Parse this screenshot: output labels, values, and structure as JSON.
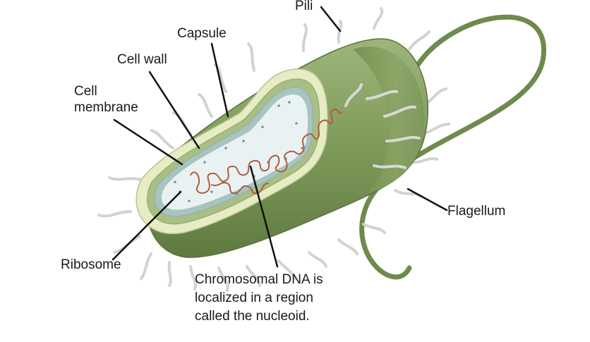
{
  "labels": {
    "pili": "Pili",
    "capsule": "Capsule",
    "cell_wall": "Cell wall",
    "cell_membrane": "Cell\nmembrane",
    "ribosome": "Ribosome",
    "flagellum": "Flagellum",
    "nucleoid_note": "Chromosomal DNA is\nlocalized in a region\ncalled the nucleoid."
  },
  "colors": {
    "body_green": "#7e9a5a",
    "body_dark": "#5f7a40",
    "capsule_cream": "#e6ecc4",
    "wall_green": "#a9be84",
    "membrane_blue": "#a8c4c0",
    "cytoplasm": "#e9f2f2",
    "dna": "#b55a3c",
    "pili": "#d2d6d2",
    "leader": "#111111"
  }
}
